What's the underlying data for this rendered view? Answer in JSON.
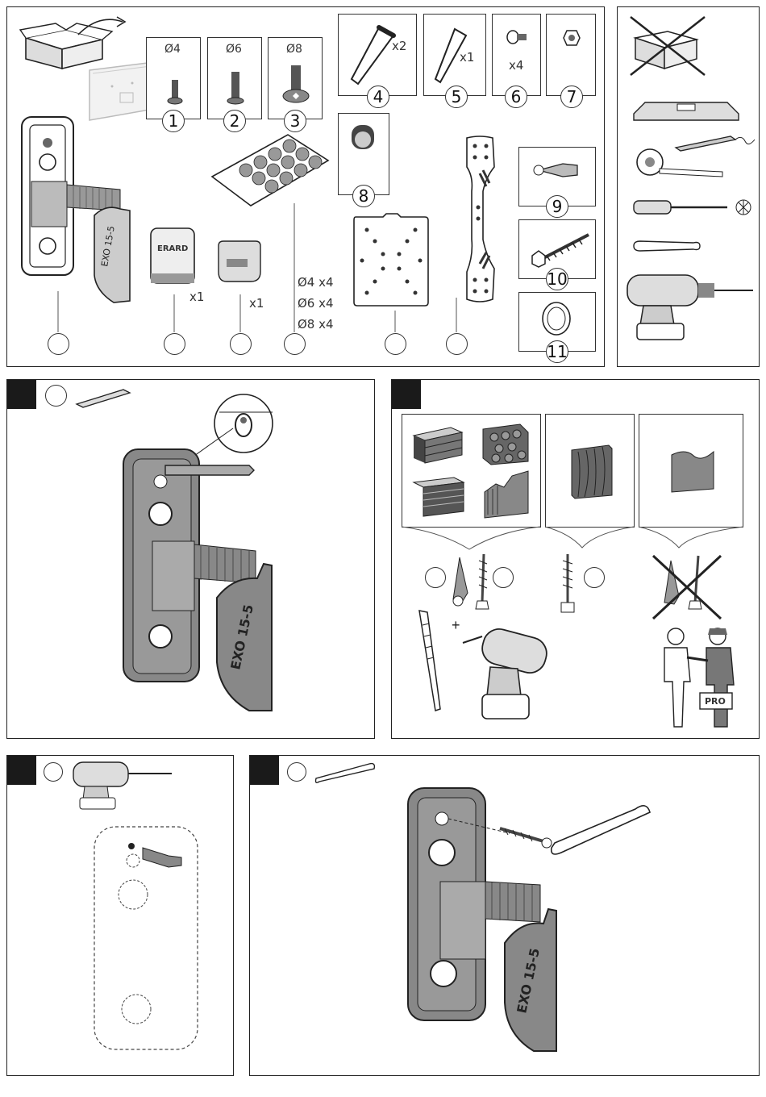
{
  "parts": {
    "screws": [
      {
        "number": "1",
        "diameter": "Ø4"
      },
      {
        "number": "2",
        "diameter": "Ø6"
      },
      {
        "number": "3",
        "diameter": "Ø8"
      }
    ],
    "items": [
      {
        "number": "4",
        "qty": "x2",
        "icon": "allen-key-large-icon"
      },
      {
        "number": "5",
        "qty": "x1",
        "icon": "allen-key-small-icon"
      },
      {
        "number": "6",
        "qty": "x4",
        "icon": "small-bolt-icon"
      },
      {
        "number": "7",
        "qty": "",
        "icon": "nut-icon"
      },
      {
        "number": "8",
        "qty": "",
        "icon": "cap-icon"
      },
      {
        "number": "9",
        "qty": "",
        "icon": "wall-plug-icon"
      },
      {
        "number": "10",
        "qty": "",
        "icon": "lag-screw-icon"
      },
      {
        "number": "11",
        "qty": "",
        "icon": "cover-cap-icon"
      }
    ],
    "brand_label": "ERARD",
    "cover_qty": "x1",
    "cap_qty": "x1",
    "washer_sizes": [
      "Ø4 x4",
      "Ø6 x4",
      "Ø8 x4"
    ],
    "bracket_brand": "EXO 15-5"
  },
  "tools_panel": {
    "icons": [
      "no-box-icon",
      "level-icon",
      "pencil-icon",
      "tape-measure-icon",
      "screwdriver-icon",
      "wrench-icon",
      "drill-icon"
    ]
  },
  "step_wall_types": {
    "badge_text": "PRO"
  }
}
